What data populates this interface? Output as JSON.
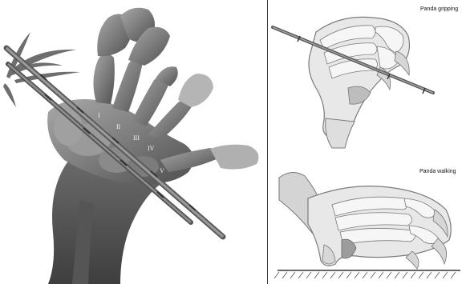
{
  "figure": {
    "left_panel": {
      "digit_labels": [
        "I",
        "II",
        "III",
        "IV",
        "V"
      ]
    },
    "right_panel": {
      "top_caption": "Panda gripping",
      "bottom_caption": "Panda walking"
    },
    "colors": {
      "bone_dark": "#5e5e5e",
      "bone_mid": "#8f8f8f",
      "bone_light": "#bdbdbd",
      "drawing_outline": "#7a7a7a",
      "drawing_fill": "#e8e8e8",
      "divider": "#3a3a3a"
    }
  }
}
